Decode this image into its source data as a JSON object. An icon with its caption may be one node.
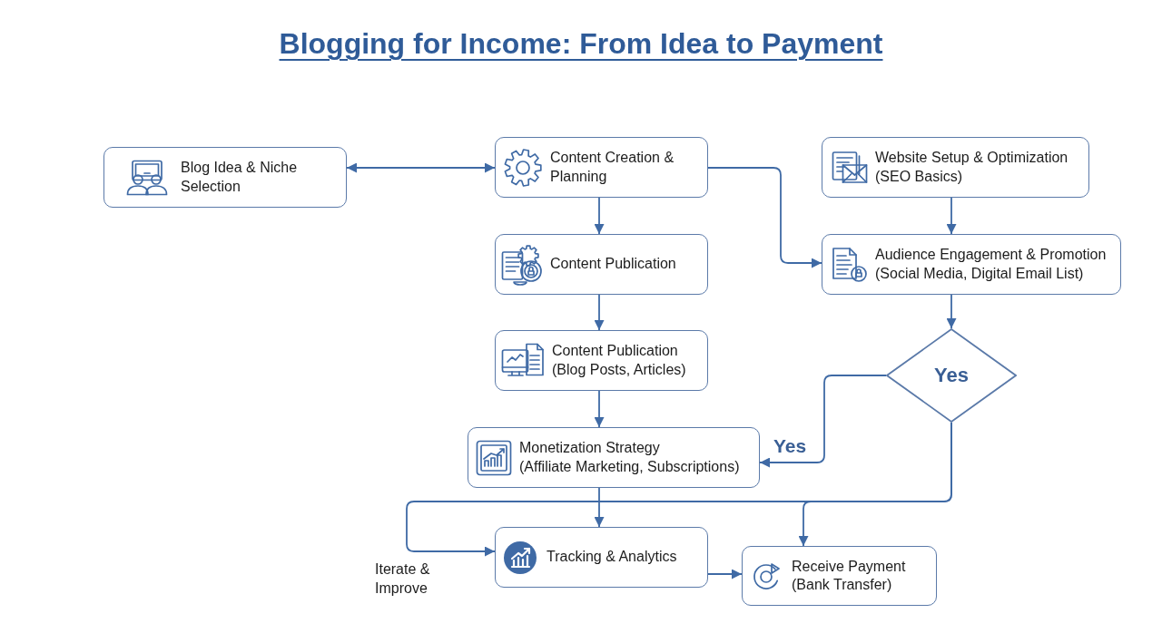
{
  "diagram": {
    "title": "Blogging for Income: From Idea to Payment",
    "nodes": [
      {
        "text": [
          "Blog Idea & Niche Selection"
        ]
      },
      {
        "text": [
          "Content Creation & Planning"
        ]
      },
      {
        "text": [
          "Website Setup & Optimization",
          "(SEO Basics)"
        ]
      },
      {
        "text": [
          "Content Publication"
        ]
      },
      {
        "text": [
          "Audience Engagement & Promotion",
          "(Social Media, Digital Email List)"
        ]
      },
      {
        "text": [
          "Content Publication",
          "(Blog Posts, Articles)"
        ]
      },
      {
        "text": [
          "Yes"
        ]
      },
      {
        "text": [
          "Monetization Strategy",
          "(Affiliate Marketing, Subscriptions)"
        ]
      },
      {
        "text": [
          "Tracking & Analytics"
        ]
      },
      {
        "text": [
          "Receive Payment",
          "(Bank Transfer)"
        ]
      }
    ],
    "edges": [
      {
        "from": 0,
        "to": 1,
        "arrow": "both"
      },
      {
        "from": 1,
        "to": 3,
        "arrow": "to"
      },
      {
        "from": 1,
        "to": 4,
        "arrow": "to"
      },
      {
        "from": 2,
        "to": 4,
        "arrow": "to"
      },
      {
        "from": 3,
        "to": 5,
        "arrow": "to"
      },
      {
        "from": 4,
        "to": 6,
        "arrow": "to"
      },
      {
        "from": 5,
        "to": 7,
        "arrow": "to"
      },
      {
        "from": 6,
        "to": 7,
        "arrow": "to",
        "label": "Yes"
      },
      {
        "from": 7,
        "to": 8,
        "arrow": "to"
      },
      {
        "from": 6,
        "to": 8,
        "arrow": "to",
        "label": "Iterate & Improve"
      },
      {
        "from": 6,
        "to": 9,
        "arrow": "to"
      },
      {
        "from": 8,
        "to": 9,
        "arrow": "to"
      }
    ]
  }
}
